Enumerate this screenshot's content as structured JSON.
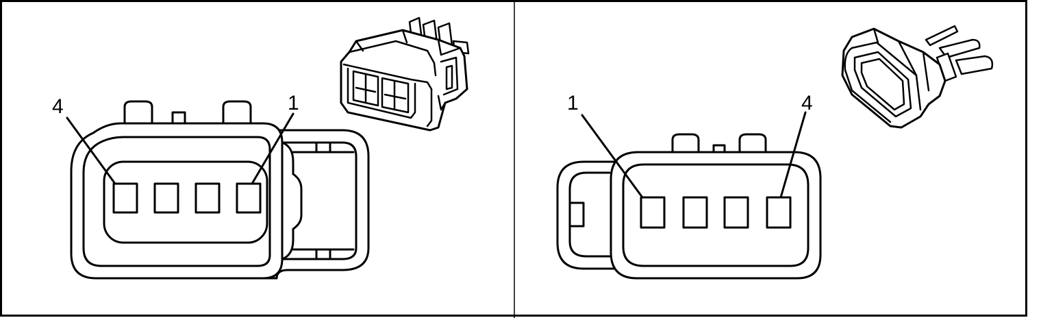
{
  "diagram": {
    "left_view": {
      "pin_label_left": "4",
      "pin_label_right": "1",
      "cavity_count": 4
    },
    "right_view": {
      "pin_label_left": "1",
      "pin_label_right": "4",
      "cavity_count": 4
    },
    "colors": {
      "line": "#000000",
      "background": "#ffffff"
    }
  }
}
